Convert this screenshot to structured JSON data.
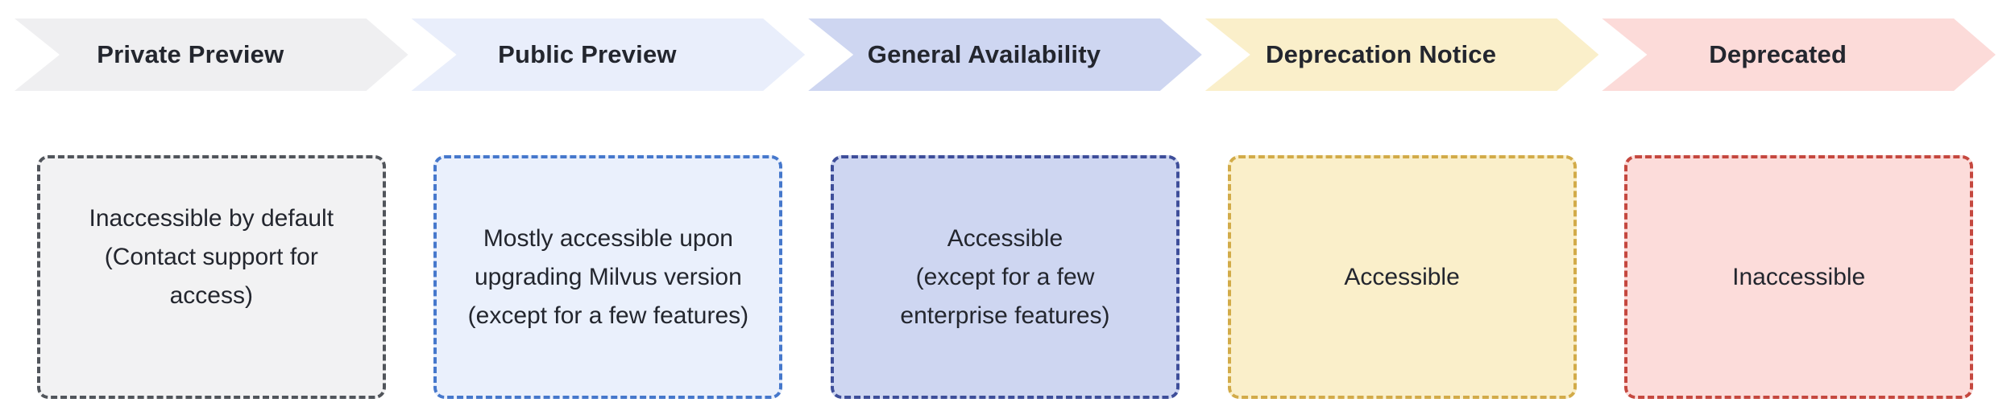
{
  "stages": [
    {
      "label": "Private Preview",
      "description": "Inaccessible by default\n(Contact support for\naccess)",
      "arrow_fill": "#efeff1",
      "box_fill": "#f2f2f3",
      "box_border": "#51555b"
    },
    {
      "label": "Public Preview",
      "description": "Mostly accessible upon\nupgrading Milvus version\n(except for a few features)",
      "arrow_fill": "#e9eefb",
      "box_fill": "#eaf0fc",
      "box_border": "#4678cc"
    },
    {
      "label": "General Availability",
      "description": "Accessible\n(except for a few\nenterprise features)",
      "arrow_fill": "#ced6f1",
      "box_fill": "#ced6f1",
      "box_border": "#3e4e9a"
    },
    {
      "label": "Deprecation Notice",
      "description": "Accessible",
      "arrow_fill": "#faefca",
      "box_fill": "#faefca",
      "box_border": "#d2ab49"
    },
    {
      "label": "Deprecated",
      "description": "Inaccessible",
      "arrow_fill": "#fcdbd9",
      "box_fill": "#fcdcda",
      "box_border": "#c5483f"
    }
  ],
  "colors": {
    "background": "#ffffff",
    "label_text": "#23262e",
    "description_text": "#23262e"
  }
}
